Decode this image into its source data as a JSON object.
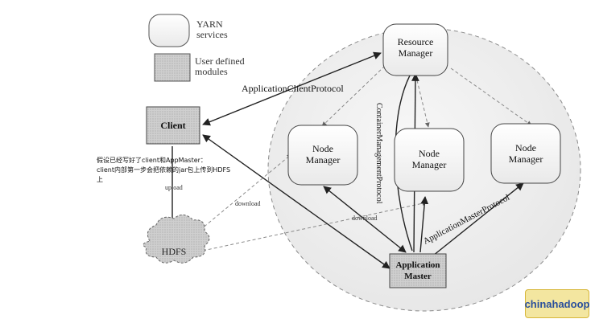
{
  "legend": {
    "yarn_services": "YARN\nservices",
    "user_defined": "User defined\nmodules"
  },
  "nodes": {
    "resource_manager": "Resource\nManager",
    "client": "Client",
    "node_manager_1": "Node\nManager",
    "node_manager_2": "Node\nManager",
    "node_manager_3": "Node\nManager",
    "hdfs": "HDFS",
    "application_master": "Application\nMaster"
  },
  "labels": {
    "app_client_protocol": "ApplicationClientProtocol",
    "container_mgmt_protocol": "ContainerManagementProtocol",
    "app_master_protocol": "ApplicationMasterProtocol",
    "download_left": "download",
    "download_right": "download",
    "upload": "upload",
    "note": "假设已经写好了client和AppMaster：\nclient内部第一步会把依赖的jar包上传到HDFS\n上"
  },
  "watermark": "chinahadoop",
  "colors": {
    "line": "#222222",
    "dashed": "#8a8a8a",
    "user_box_fill": "#c9c9c9",
    "cloud_fill": "#d8d8d8"
  }
}
